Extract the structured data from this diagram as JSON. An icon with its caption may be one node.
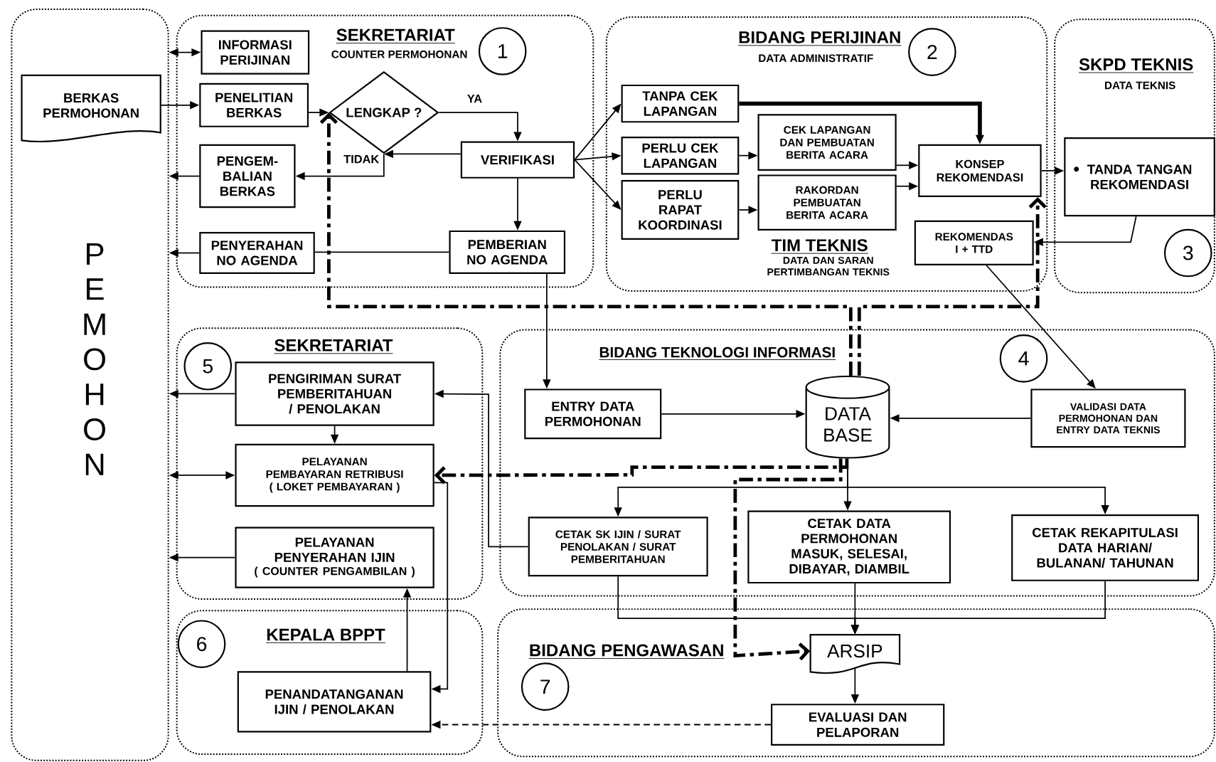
{
  "diagram": {
    "nodes": [
      {
        "text": [
          "P E M O H O N"
        ]
      },
      {
        "text": [
          "SEKRETARIAT",
          "COUNTER PERMOHONAN"
        ]
      },
      {
        "text": [
          "1"
        ],
        "in": 1
      },
      {
        "text": [
          "INFORMASI PERIJINAN"
        ],
        "in": 1
      },
      {
        "text": [
          "BERKAS PERMOHONAN"
        ],
        "in": 0
      },
      {
        "text": [
          "PENELITIAN BERKAS"
        ],
        "in": 1
      },
      {
        "text": [
          "LENGKAP ?"
        ],
        "in": 1
      },
      {
        "text": [
          "VERIFIKASI"
        ],
        "in": 1
      },
      {
        "text": [
          "PENGEM- BALIAN BERKAS"
        ],
        "in": 1
      },
      {
        "text": [
          "PENYERAHAN NO AGENDA"
        ],
        "in": 1
      },
      {
        "text": [
          "PEMBERIAN NO AGENDA"
        ],
        "in": 1
      },
      {
        "text": [
          "BIDANG PERIJINAN",
          "DATA ADMINISTRATIF",
          "TIM TEKNIS",
          "DATA DAN SARAN PERTIMBANGAN TEKNIS"
        ]
      },
      {
        "text": [
          "2"
        ],
        "in": 11
      },
      {
        "text": [
          "TANPA CEK LAPANGAN"
        ],
        "in": 11
      },
      {
        "text": [
          "PERLU CEK LAPANGAN"
        ],
        "in": 11
      },
      {
        "text": [
          "PERLU RAPAT KOORDINASI"
        ],
        "in": 11
      },
      {
        "text": [
          "CEK LAPANGAN DAN PEMBUATAN BERITA ACARA"
        ],
        "in": 11
      },
      {
        "text": [
          "RAKORDAN PEMBUATAN BERITA ACARA"
        ],
        "in": 11
      },
      {
        "text": [
          "KONSEP REKOMENDASI"
        ],
        "in": 11
      },
      {
        "text": [
          "REKOMENDAS I + TTD"
        ],
        "in": 11
      },
      {
        "text": [
          "SKPD TEKNIS",
          "DATA TEKNIS"
        ]
      },
      {
        "text": [
          "TANDA TANGAN REKOMENDASI"
        ],
        "in": 20
      },
      {
        "text": [
          "3"
        ],
        "in": 20
      },
      {
        "text": [
          "BIDANG TEKNOLOGI INFORMASI"
        ]
      },
      {
        "text": [
          "4"
        ],
        "in": 23
      },
      {
        "text": [
          "ENTRY DATA PERMOHONAN"
        ],
        "in": 23
      },
      {
        "text": [
          "DATA BASE"
        ],
        "in": 23
      },
      {
        "text": [
          "VALIDASI DATA PERMOHONAN DAN ENTRY DATA TEKNIS"
        ],
        "in": 23
      },
      {
        "text": [
          "CETAK SK IJIN / SURAT PENOLAKAN / SURAT PEMBERITAHUAN"
        ],
        "in": 23
      },
      {
        "text": [
          "CETAK DATA PERMOHONAN MASUK, SELESAI, DIBAYAR, DIAMBIL"
        ],
        "in": 23
      },
      {
        "text": [
          "CETAK REKAPITULASI DATA HARIAN/ BULANAN/ TAHUNAN"
        ],
        "in": 23
      },
      {
        "text": [
          "SEKRETARIAT"
        ]
      },
      {
        "text": [
          "5"
        ],
        "in": 31
      },
      {
        "text": [
          "PENGIRIMAN SURAT PEMBERITAHUAN / PENOLAKAN"
        ],
        "in": 31
      },
      {
        "text": [
          "PELAYANAN PEMBAYARAN RETRIBUSI ( LOKET PEMBAYARAN )"
        ],
        "in": 31
      },
      {
        "text": [
          "PELAYANAN PENYERAHAN IJIN",
          "( COUNTER PENGAMBILAN )"
        ],
        "in": 31
      },
      {
        "text": [
          "KEPALA BPPT"
        ]
      },
      {
        "text": [
          "6"
        ],
        "in": 36
      },
      {
        "text": [
          "PENANDATANGANAN IJIN / PENOLAKAN"
        ],
        "in": 36
      },
      {
        "text": [
          "BIDANG PENGAWASAN"
        ]
      },
      {
        "text": [
          "7"
        ],
        "in": 39
      },
      {
        "text": [
          "ARSIP"
        ],
        "in": 39
      },
      {
        "text": [
          "EVALUASI DAN PELAPORAN"
        ],
        "in": 39
      }
    ],
    "edges": [
      {
        "from": 0,
        "to": 3,
        "arrow": "both"
      },
      {
        "from": 4,
        "to": 5,
        "arrow": "to"
      },
      {
        "from": 5,
        "to": 6,
        "arrow": "to"
      },
      {
        "from": 6,
        "to": 7,
        "arrow": "to",
        "label": "YA"
      },
      {
        "from": 7,
        "to": 6,
        "arrow": "to"
      },
      {
        "from": 6,
        "to": 8,
        "arrow": "to",
        "label": "TIDAK"
      },
      {
        "from": 8,
        "to": 0,
        "arrow": "to"
      },
      {
        "from": 7,
        "to": 10,
        "arrow": "to"
      },
      {
        "from": 10,
        "to": 9,
        "arrow": "none"
      },
      {
        "from": 9,
        "to": 0,
        "arrow": "to"
      },
      {
        "from": 7,
        "to": 13,
        "arrow": "to"
      },
      {
        "from": 7,
        "to": 14,
        "arrow": "to"
      },
      {
        "from": 7,
        "to": 15,
        "arrow": "to"
      },
      {
        "from": 13,
        "to": 18,
        "arrow": "to",
        "style": "thick"
      },
      {
        "from": 14,
        "to": 16,
        "arrow": "to"
      },
      {
        "from": 15,
        "to": 17,
        "arrow": "to"
      },
      {
        "from": 16,
        "to": 18,
        "arrow": "to"
      },
      {
        "from": 17,
        "to": 18,
        "arrow": "to"
      },
      {
        "from": 18,
        "to": 21,
        "arrow": "to"
      },
      {
        "from": 21,
        "to": 19,
        "arrow": "to"
      },
      {
        "from": 19,
        "to": 27,
        "arrow": "to"
      },
      {
        "from": 10,
        "to": 25,
        "arrow": "to"
      },
      {
        "from": 25,
        "to": 26,
        "arrow": "to"
      },
      {
        "from": 27,
        "to": 26,
        "arrow": "to"
      },
      {
        "from": 26,
        "to": 28,
        "arrow": "to"
      },
      {
        "from": 26,
        "to": 29,
        "arrow": "to"
      },
      {
        "from": 26,
        "to": 30,
        "arrow": "to"
      },
      {
        "from": 28,
        "to": 33,
        "arrow": "to"
      },
      {
        "from": 33,
        "to": 34,
        "arrow": "to"
      },
      {
        "from": 0,
        "to": 34,
        "arrow": "both"
      },
      {
        "from": 35,
        "to": 0,
        "arrow": "to"
      },
      {
        "from": 33,
        "to": 0,
        "arrow": "to"
      },
      {
        "from": 38,
        "to": 35,
        "arrow": "to"
      },
      {
        "from": 34,
        "to": 38,
        "arrow": "to"
      },
      {
        "from": 42,
        "to": 38,
        "arrow": "to",
        "style": "dashed"
      },
      {
        "from": 28,
        "to": 41,
        "arrow": "to"
      },
      {
        "from": 29,
        "to": 41,
        "arrow": "to"
      },
      {
        "from": 30,
        "to": 41,
        "arrow": "to"
      },
      {
        "from": 41,
        "to": 42,
        "arrow": "to"
      },
      {
        "from": 26,
        "to": 6,
        "arrow": "to",
        "style": "dashed"
      },
      {
        "from": 26,
        "to": 18,
        "arrow": "to",
        "style": "dashed"
      },
      {
        "from": 26,
        "to": 34,
        "arrow": "to",
        "style": "dashed"
      },
      {
        "from": 26,
        "to": 41,
        "arrow": "to",
        "style": "dashed"
      }
    ]
  }
}
